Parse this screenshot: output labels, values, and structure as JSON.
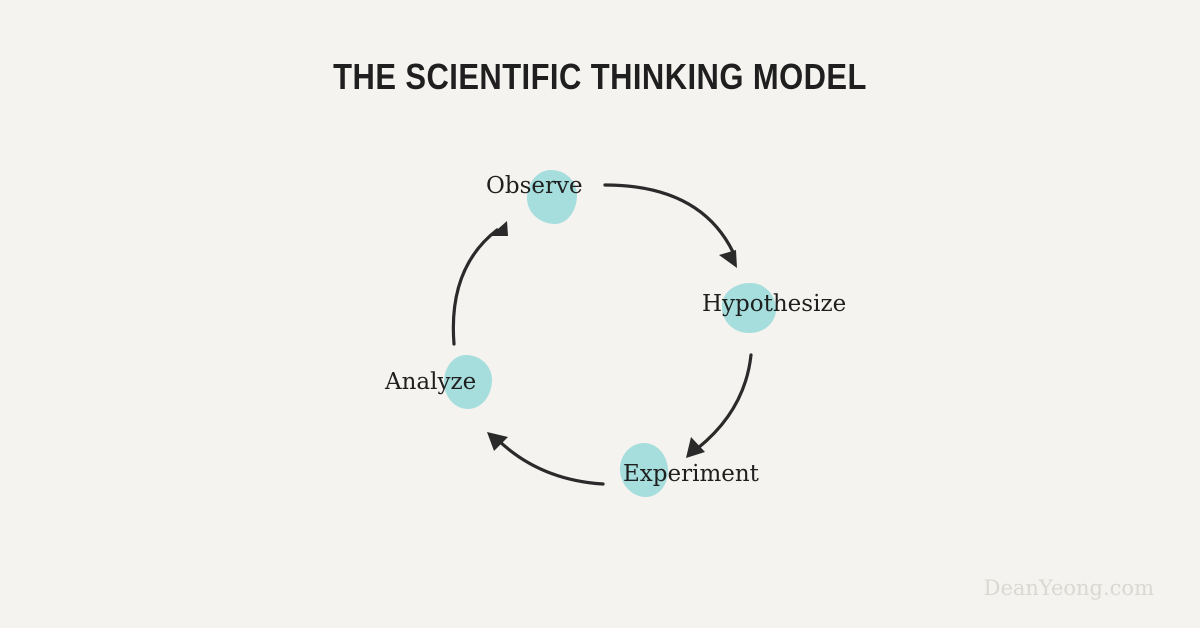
{
  "title": "THE SCIENTIFIC THINKING MODEL",
  "steps": [
    {
      "label": "Observe"
    },
    {
      "label": "Hypothesize"
    },
    {
      "label": "Experiment"
    },
    {
      "label": "Analyze"
    }
  ],
  "watermark": "DeanYeong.com",
  "colors": {
    "background": "#f4f3ef",
    "highlight": "#a5dedd",
    "ink": "#1f1f1f",
    "watermark": "#d9d8d3"
  }
}
